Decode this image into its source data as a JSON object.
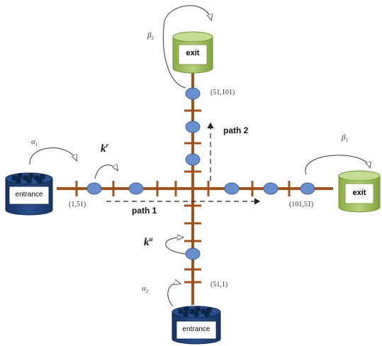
{
  "components": {
    "exit_top": {
      "label": "exit",
      "color": "#9bbb59"
    },
    "exit_right": {
      "label": "exit",
      "color": "#9bbb59"
    },
    "entrance_left": {
      "label": "entrance",
      "color": "#1f3f77"
    },
    "entrance_bottom": {
      "label": "entrance",
      "color": "#1f3f77"
    }
  },
  "coordinates": {
    "top": "(51,101)",
    "left": "(1,51)",
    "right": "(101,51)",
    "bottom": "(51,1)"
  },
  "paths": {
    "path1": "path 1",
    "path2": "path 2"
  },
  "rates": {
    "alpha1": {
      "symbol": "α",
      "sub": "1"
    },
    "alpha2": {
      "symbol": "α",
      "sub": "2"
    },
    "beta1": {
      "symbol": "β",
      "sub": "1"
    },
    "beta2": {
      "symbol": "β",
      "sub": "2"
    },
    "kr": {
      "symbol": "k",
      "sup": "r"
    },
    "ku": {
      "symbol": "k",
      "sup": "u"
    }
  },
  "colors": {
    "track": "#a0521e",
    "particle": "#6a8fcf",
    "particle_edge": "#3e5d94"
  }
}
